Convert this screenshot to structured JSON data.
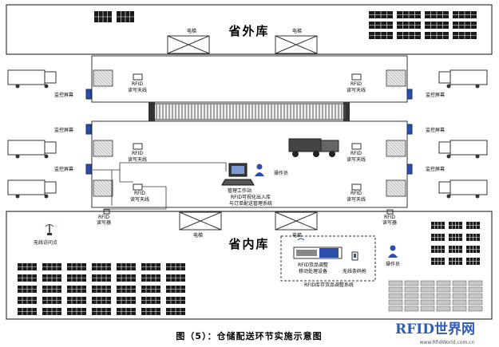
{
  "zones": {
    "outer_warehouse": "省外库",
    "inner_warehouse": "省内库"
  },
  "labels": {
    "elevator": "电梯",
    "monitor_screen": "监控屏幕",
    "rfid_antenna_line1": "RFID",
    "rfid_antenna_line2": "读写天线",
    "rfid_reader_line1": "RFID",
    "rfid_reader_line2": "读写器",
    "workstation_line1": "管理工作站",
    "workstation_line2": "RFID可视化出入库",
    "workstation_line3": "与订单配送管理系统",
    "operator": "操作员",
    "wireless_ap": "无线访问点",
    "mobile_line1": "RFID货品调整",
    "mobile_line2": "移动处理设备",
    "barcode_gun": "无线条码枪",
    "adjust_system": "RFID库存货品调整系统",
    "operator2": "操作员"
  },
  "caption": "图（5）：仓储配送环节实施示意图",
  "watermark": {
    "brand": "RFID世界网",
    "url": "www.RfidWorld.com.cn"
  },
  "colors": {
    "line": "#333333",
    "shelf": "#1a1a1a",
    "monitor": "#2b4fa8",
    "grid_fill": "#c8c8c8",
    "belt": "#555555",
    "watermark": "#2f5bb5"
  }
}
